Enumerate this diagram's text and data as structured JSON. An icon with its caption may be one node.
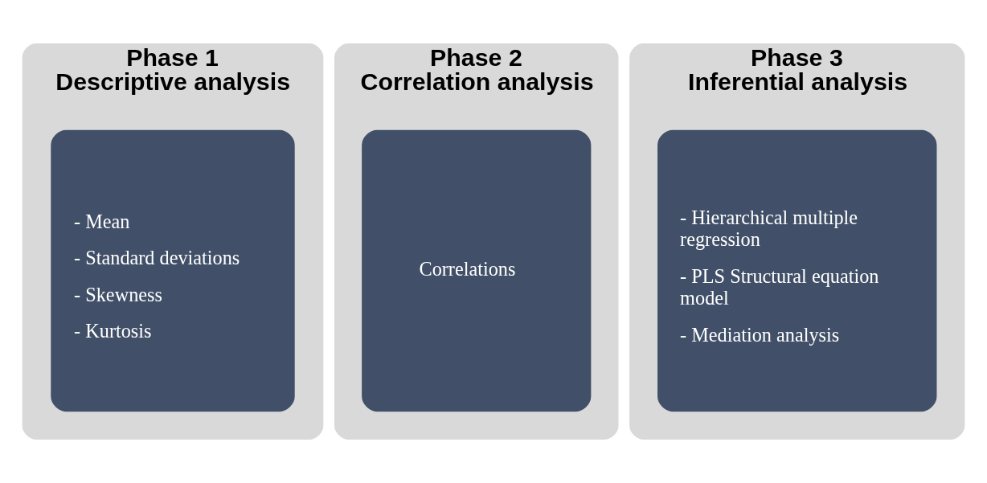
{
  "diagram": {
    "nodes": [
      {
        "text": [
          "Phase 1",
          "Descriptive analysis"
        ]
      },
      {
        "text": [
          "- Mean",
          "- Standard deviations",
          "- Skewness",
          "- Kurtosis"
        ],
        "in": 0
      },
      {
        "text": [
          "Phase 2",
          "Correlation analysis"
        ]
      },
      {
        "text": [
          "Correlations"
        ],
        "in": 2
      },
      {
        "text": [
          "Phase 3",
          "Inferential analysis"
        ]
      },
      {
        "text": [
          "- Hierarchical multiple regression",
          "- PLS Structural equation model",
          "- Mediation analysis"
        ],
        "in": 4
      }
    ],
    "edges": []
  }
}
